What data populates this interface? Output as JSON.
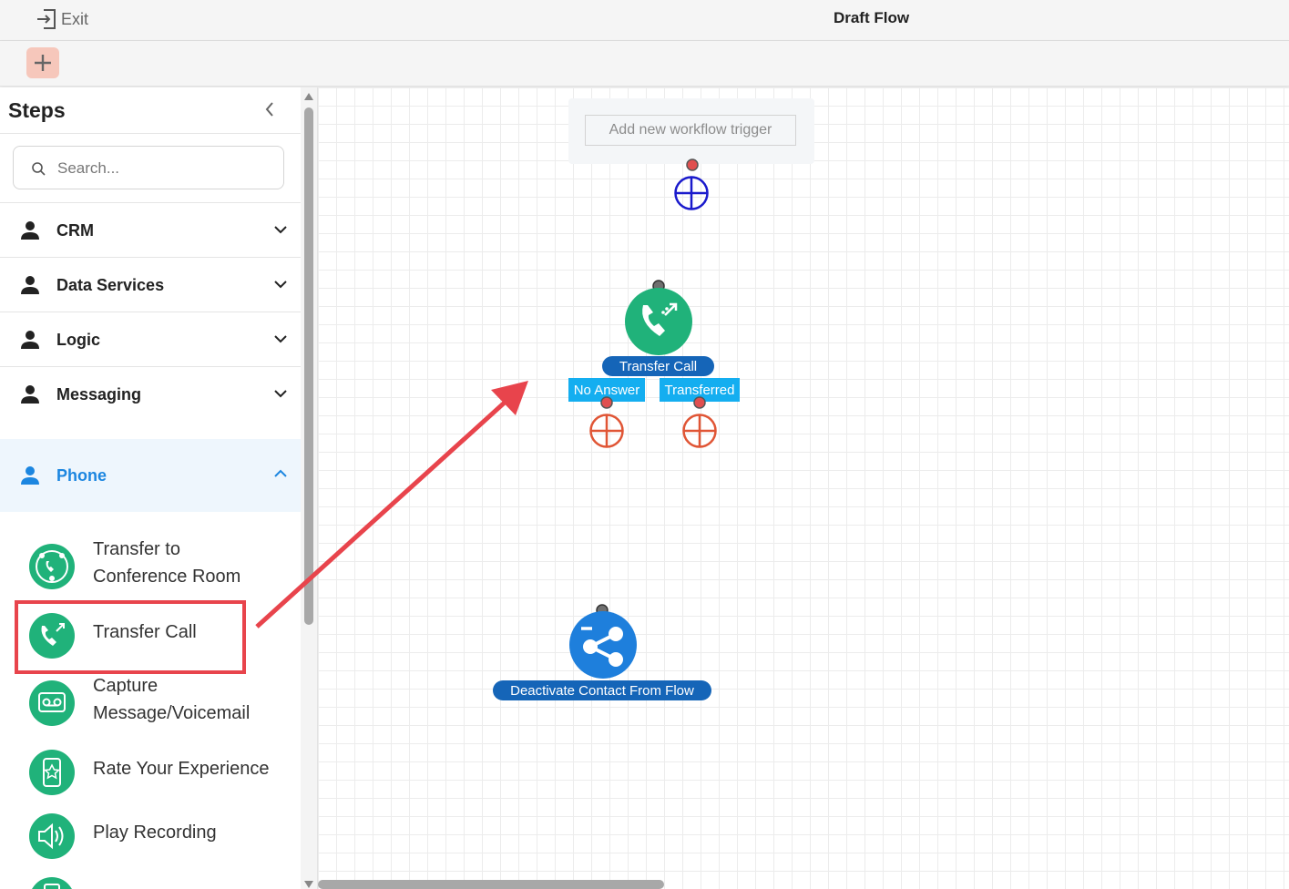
{
  "topbar": {
    "exit_label": "Exit",
    "title": "Draft Flow"
  },
  "sidebar": {
    "title": "Steps",
    "search_placeholder": "Search...",
    "categories": [
      {
        "label": "CRM"
      },
      {
        "label": "Data Services"
      },
      {
        "label": "Logic"
      },
      {
        "label": "Messaging"
      },
      {
        "label": "Phone"
      }
    ],
    "phone_items": [
      {
        "line1": "Transfer to",
        "line2": "Conference Room"
      },
      {
        "line1": "Transfer Call"
      },
      {
        "line1": "Capture",
        "line2": "Message/Voicemail"
      },
      {
        "line1": "Rate Your Experience"
      },
      {
        "line1": "Play Recording"
      }
    ]
  },
  "canvas": {
    "trigger_button": "Add new workflow trigger",
    "transfer_node": {
      "label": "Transfer Call",
      "branches": [
        "No Answer",
        "Transferred"
      ]
    },
    "deactivate_node": {
      "label": "Deactivate Contact From Flow"
    }
  },
  "colors": {
    "accent": "#1c86e0",
    "node_green": "#20b27a",
    "node_blue": "#1565b8",
    "branch_tag": "#14aef0",
    "highlight": "#e8444c"
  }
}
